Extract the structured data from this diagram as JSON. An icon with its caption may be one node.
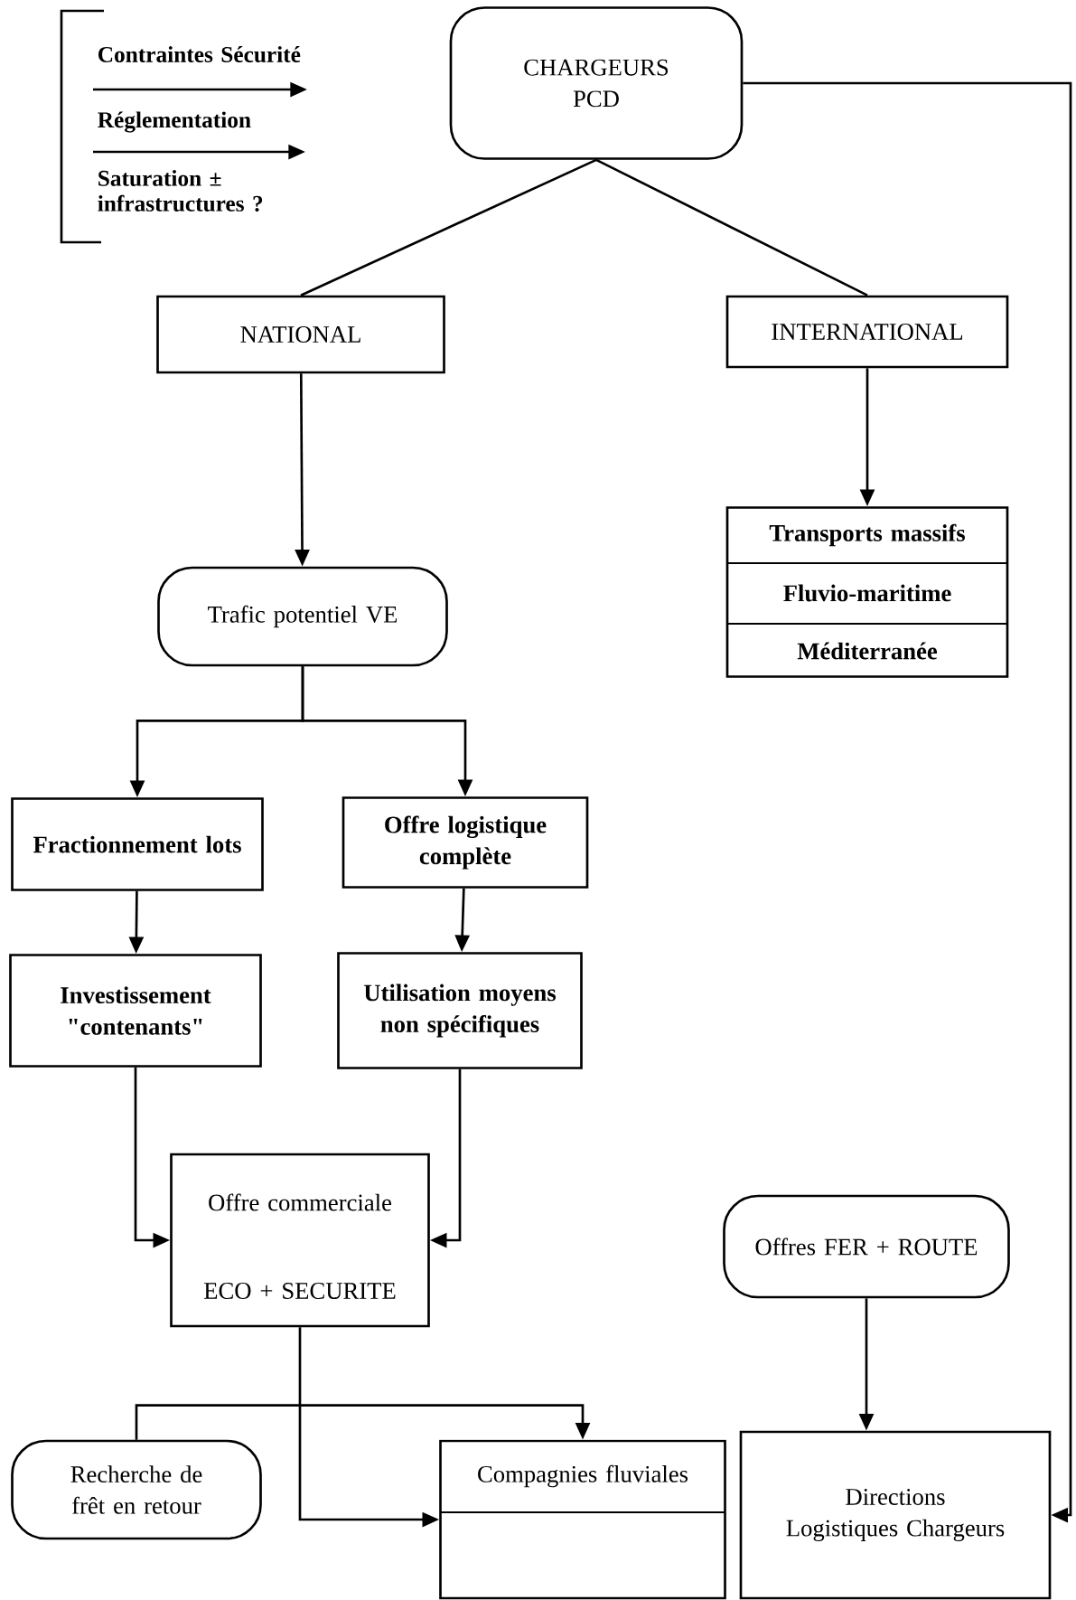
{
  "diagram": {
    "nodes": [
      {
        "text": [
          "CHARGEURS PCD"
        ]
      },
      {
        "text": [
          "NATIONAL"
        ]
      },
      {
        "text": [
          "INTERNATIONAL"
        ]
      },
      {
        "text": [
          "Transports massifs",
          "Fluvio-maritime",
          "Méditerranée"
        ]
      },
      {
        "text": [
          "Trafic potentiel VE"
        ]
      },
      {
        "text": [
          "Fractionnement lots"
        ]
      },
      {
        "text": [
          "Offre logistique complète"
        ]
      },
      {
        "text": [
          "Investissement \"contenants\""
        ]
      },
      {
        "text": [
          "Utilisation moyens non spécifiques"
        ]
      },
      {
        "text": [
          "Offre commerciale",
          "ECO + SECURITE"
        ]
      },
      {
        "text": [
          "Offres FER + ROUTE"
        ]
      },
      {
        "text": [
          "Recherche de frêt en retour"
        ]
      },
      {
        "text": [
          "Compagnies fluviales"
        ]
      },
      {
        "text": [
          "Directions Logistiques Chargeurs"
        ]
      }
    ],
    "edges": [
      {
        "from": 0,
        "to": 1,
        "arrow": "none"
      },
      {
        "from": 0,
        "to": 2,
        "arrow": "none"
      },
      {
        "from": 2,
        "to": 3,
        "arrow": "to"
      },
      {
        "from": 1,
        "to": 4,
        "arrow": "to"
      },
      {
        "from": 4,
        "to": 5,
        "arrow": "to"
      },
      {
        "from": 4,
        "to": 6,
        "arrow": "to"
      },
      {
        "from": 5,
        "to": 7,
        "arrow": "to"
      },
      {
        "from": 6,
        "to": 8,
        "arrow": "to"
      },
      {
        "from": 7,
        "to": 9,
        "arrow": "to"
      },
      {
        "from": 8,
        "to": 9,
        "arrow": "to"
      },
      {
        "from": 9,
        "to": 12,
        "arrow": "to"
      },
      {
        "from": 11,
        "to": 12,
        "arrow": "to"
      },
      {
        "from": 10,
        "to": 13,
        "arrow": "to"
      },
      {
        "from": 0,
        "to": 13,
        "arrow": "to"
      }
    ],
    "labels": [
      "Contraintes Sécurité",
      "Réglementation",
      "Saturation ± infrastructures ?"
    ]
  }
}
